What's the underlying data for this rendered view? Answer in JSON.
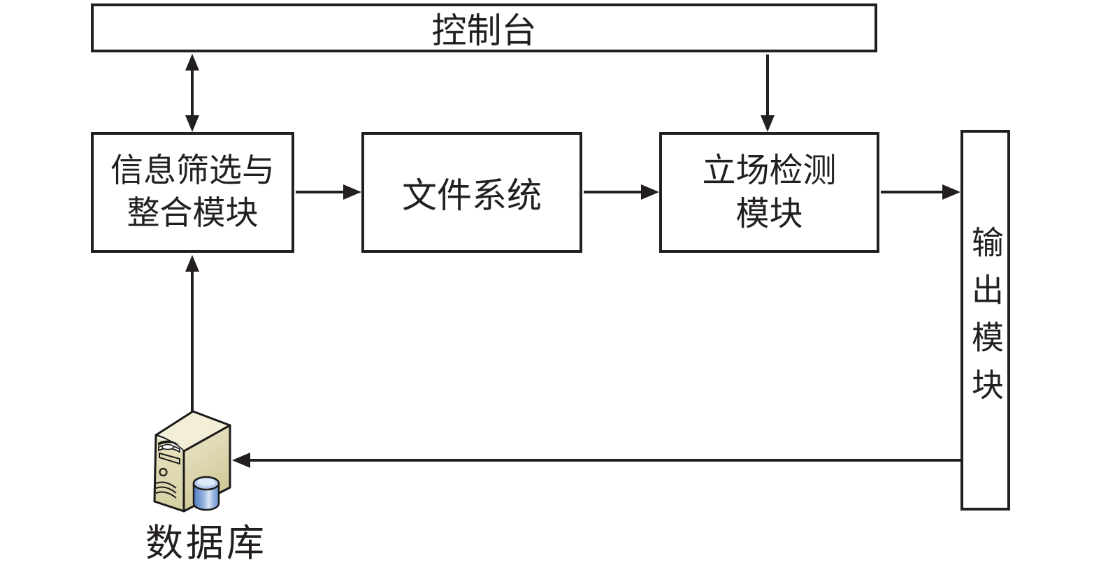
{
  "console": {
    "label": "控制台"
  },
  "filter_module": {
    "line1": "信息筛选与",
    "line2": "整合模块"
  },
  "file_system": {
    "label": "文件系统"
  },
  "stance_module": {
    "line1": "立场检测",
    "line2": "模块"
  },
  "output_module": {
    "label": "输出模块"
  },
  "database": {
    "label": "数据库",
    "icon": "server-with-database-cylinder-icon"
  },
  "connections": [
    {
      "from": "控制台",
      "to": "信息筛选与整合模块",
      "type": "bidirectional"
    },
    {
      "from": "控制台",
      "to": "立场检测模块",
      "type": "directed"
    },
    {
      "from": "信息筛选与整合模块",
      "to": "文件系统",
      "type": "directed"
    },
    {
      "from": "文件系统",
      "to": "立场检测模块",
      "type": "directed"
    },
    {
      "from": "立场检测模块",
      "to": "输出模块",
      "type": "directed"
    },
    {
      "from": "数据库",
      "to": "信息筛选与整合模块",
      "type": "directed"
    },
    {
      "from": "输出模块",
      "to": "数据库",
      "type": "directed"
    }
  ],
  "colors": {
    "line": "#231f20",
    "box_background": "#ffffff",
    "server_top": "#f2eed8",
    "server_front": "#ddd7ac",
    "server_side_light": "#ece7cd",
    "server_side_dark": "#cfc795",
    "cylinder_dark": "#4f79bd",
    "cylinder_mid": "#96b3e0",
    "cylinder_light": "#d9e4f5",
    "cylinder_top": "#b7cbec"
  }
}
